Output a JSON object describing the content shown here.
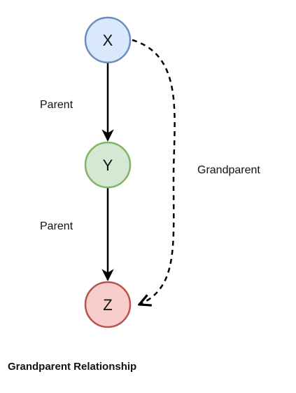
{
  "nodes": {
    "x": {
      "label": "X",
      "fill": "#dae8fc",
      "stroke": "#6c8ebf"
    },
    "y": {
      "label": "Y",
      "fill": "#d5e8d4",
      "stroke": "#82b366"
    },
    "z": {
      "label": "Z",
      "fill": "#f8cecc",
      "stroke": "#b85450"
    }
  },
  "edges": {
    "x_to_y": {
      "label": "Parent",
      "style": "solid"
    },
    "y_to_z": {
      "label": "Parent",
      "style": "solid"
    },
    "x_to_z": {
      "label": "Grandparent",
      "style": "dashed"
    }
  },
  "caption": "Grandparent Relationship",
  "colors": {
    "edge": "#000000",
    "text": "#111111"
  }
}
